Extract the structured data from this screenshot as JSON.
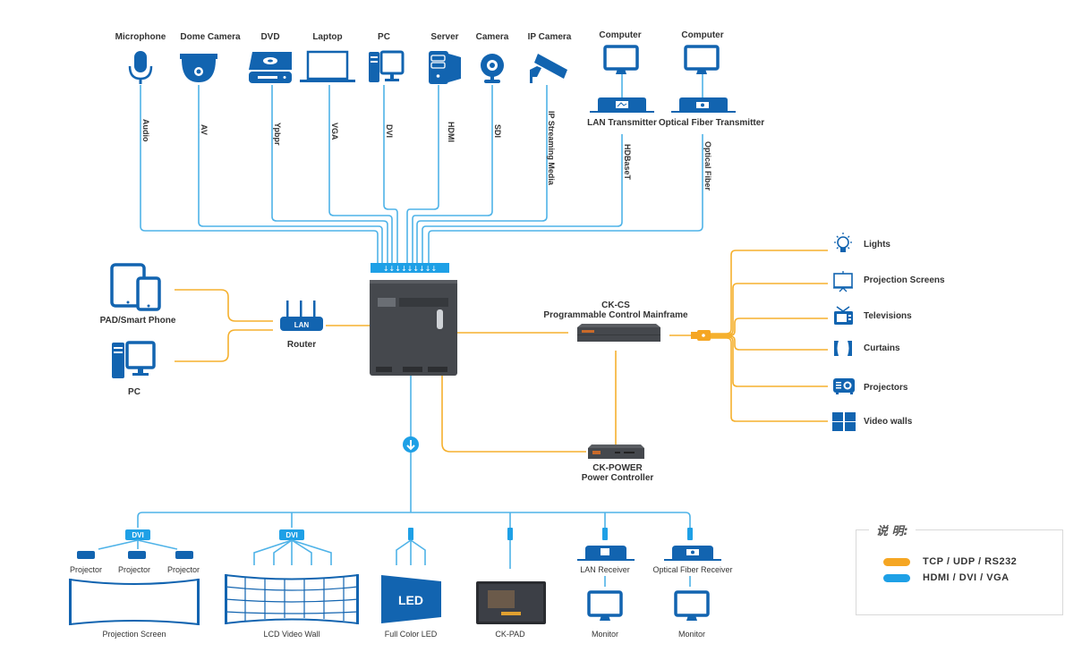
{
  "colors": {
    "device_blue": "#1264b0",
    "signal_blue": "#4fb3e8",
    "control_orange": "#f5b02e",
    "hardware_dark": "#45484d",
    "text": "#333333"
  },
  "sources": [
    {
      "label": "Microphone",
      "signal": "Audio",
      "icon": "microphone-icon"
    },
    {
      "label": "Dome Camera",
      "signal": "AV",
      "icon": "dome-camera-icon"
    },
    {
      "label": "DVD",
      "signal": "Ypbpr",
      "icon": "dvd-icon"
    },
    {
      "label": "Laptop",
      "signal": "VGA",
      "icon": "laptop-icon"
    },
    {
      "label": "PC",
      "signal": "DVI",
      "icon": "pc-icon"
    },
    {
      "label": "Server",
      "signal": "HDMI",
      "icon": "server-icon"
    },
    {
      "label": "Camera",
      "signal": "SDI",
      "icon": "webcam-icon"
    },
    {
      "label": "IP Camera",
      "signal": "IP Streaming Media",
      "icon": "ip-camera-icon"
    },
    {
      "label": "Computer",
      "signal": "HDBaseT",
      "icon": "monitor-icon",
      "transmitter": "LAN Transmitter"
    },
    {
      "label": "Computer",
      "signal": "Optical Fiber",
      "icon": "monitor-icon",
      "transmitter": "Optical Fiber Transmitter"
    }
  ],
  "control_inputs": {
    "pad": "PAD/Smart Phone",
    "pc": "PC",
    "router": "Router",
    "router_badge": "LAN"
  },
  "mainframe": {
    "title": "CK-CS",
    "subtitle": "Programmable Control Mainframe"
  },
  "power": {
    "title": "CK-POWER",
    "subtitle": "Power Controller"
  },
  "controlled_devices": [
    {
      "label": "Lights",
      "icon": "light-bulb-icon"
    },
    {
      "label": "Projection Screens",
      "icon": "projection-screen-icon"
    },
    {
      "label": "Televisions",
      "icon": "television-icon"
    },
    {
      "label": "Curtains",
      "icon": "curtains-icon"
    },
    {
      "label": "Projectors",
      "icon": "projector-icon"
    },
    {
      "label": "Video walls",
      "icon": "video-wall-icon"
    }
  ],
  "outputs": {
    "dvi_badge": "DVI",
    "projector": "Projector",
    "projection_screen": "Projection Screen",
    "lcd_wall": "LCD Video Wall",
    "led_text": "LED",
    "full_color_led": "Full Color LED",
    "ck_pad": "CK-PAD",
    "lan_receiver": "LAN Receiver",
    "fiber_receiver": "Optical Fiber Receiver",
    "monitor": "Monitor"
  },
  "legend": {
    "title": "说 明:",
    "items": [
      {
        "label": "TCP / UDP / RS232",
        "color": "#f5b02e"
      },
      {
        "label": "HDMI / DVI / VGA",
        "color": "#1ea0e6"
      }
    ]
  }
}
